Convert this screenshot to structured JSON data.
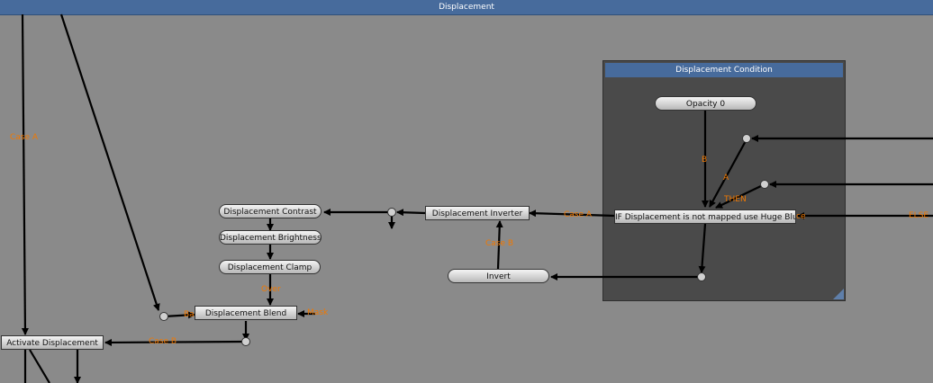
{
  "window": {
    "title": "Displacement"
  },
  "group": {
    "title": "Displacement Condition"
  },
  "nodes": {
    "opacity": "Opacity 0",
    "condition": "IF Displacement is not mapped use Huge Blur",
    "inverter": "Displacement Inverter",
    "invert": "Invert",
    "contrast": "Displacement Contrast",
    "brightness": "Displacement Brightness",
    "clamp": "Displacement Clamp",
    "blend": "Displacement Blend",
    "activate": "Activate Displacement"
  },
  "labels": {
    "case_a_left": "Case A",
    "case_b_bottom": "Case B",
    "over": "Over",
    "base": "Ba",
    "mask": "Mask",
    "case_a_inverter": "Case A",
    "case_b_inverter": "Case B",
    "b": "B",
    "a": "A",
    "then": "THEN",
    "else": "ELSE",
    "ce": "ce"
  },
  "colors": {
    "title": "#476b9c",
    "label": "#f07800",
    "canvas": "#8a8a8a",
    "group": "#4a4a4a"
  }
}
